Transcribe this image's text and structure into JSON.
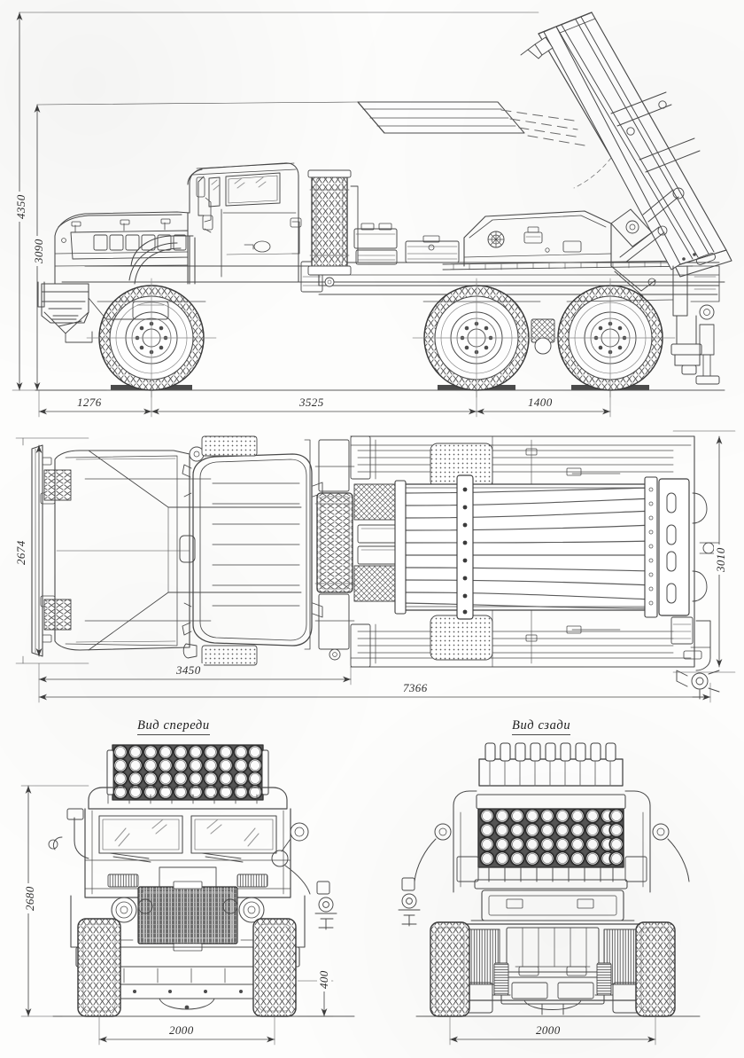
{
  "drawing": {
    "subject": "BM-21 Grad multiple rocket launcher on Ural 6x6 chassis",
    "style": "engineering blueprint, 4 orthographic views, scanned line art",
    "units": "mm",
    "line_color": "#4a4a4a",
    "paper_color": "#fdfdfc"
  },
  "views": {
    "side": {
      "name": "side-elevation",
      "dimensions": {
        "overall_height_raised": "4350",
        "overall_height_travel": "3090",
        "front_overhang": "1276",
        "wheelbase_front_to_mid": "3525",
        "bogie_spacing": "1400"
      }
    },
    "top": {
      "name": "top-plan",
      "dimensions": {
        "cab_width": "2674",
        "rear_width": "3010",
        "cab_length": "3450",
        "overall_length": "7366"
      }
    },
    "front": {
      "name": "front-elevation",
      "label": "Вид спереди",
      "dimensions": {
        "overall_height": "2680",
        "ground_clearance": "400",
        "track_width": "2000"
      }
    },
    "rear": {
      "name": "rear-elevation",
      "label": "Вид сзади",
      "dimensions": {
        "track_width": "2000"
      }
    }
  },
  "launcher": {
    "tube_columns": 10,
    "tube_rows": 4,
    "tube_total": 40
  }
}
